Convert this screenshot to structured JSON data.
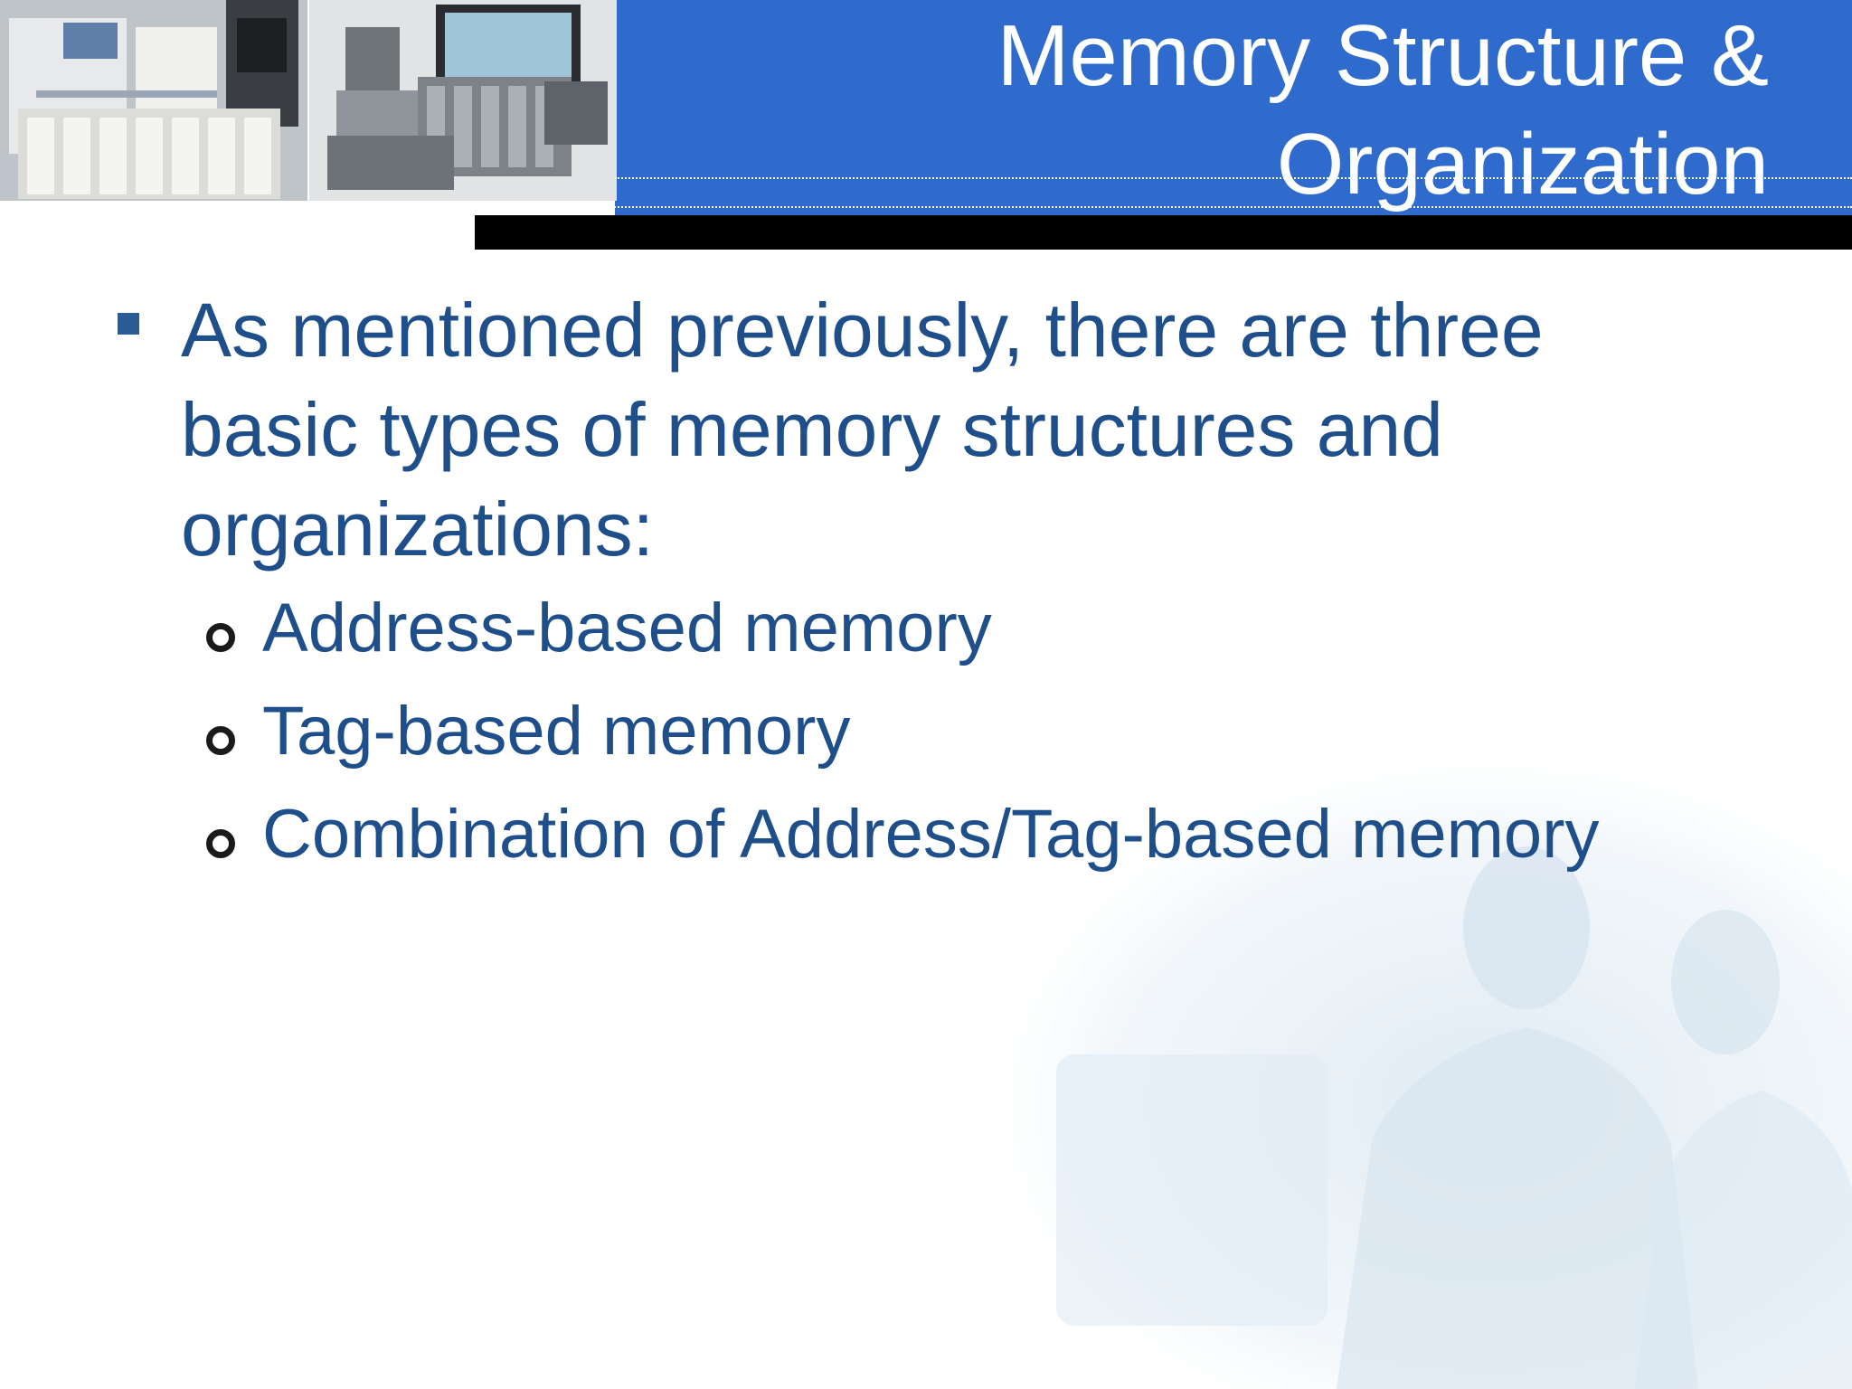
{
  "slide": {
    "title_line1": "Memory Structure &",
    "title_line2": "Organization",
    "main_point": "As mentioned previously, there are three basic types of memory structures and organizations:",
    "sub_points": [
      "Address-based memory",
      "Tag-based memory",
      "Combination of Address/Tag-based memory"
    ]
  },
  "colors": {
    "header_blue": "#2f6bcc",
    "text_blue": "#1f4f8a",
    "bar_black": "#000000"
  },
  "icons": {
    "main_bullet": "square-bullet-icon",
    "sub_bullet": "circle-bullet-icon"
  }
}
